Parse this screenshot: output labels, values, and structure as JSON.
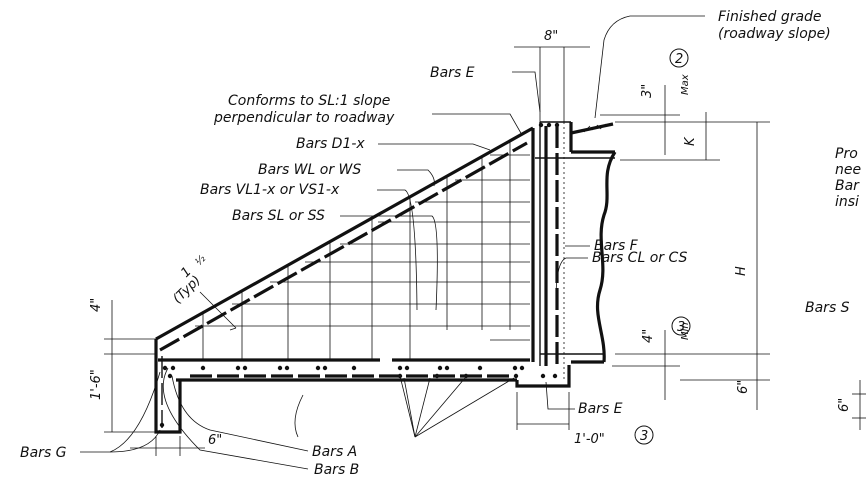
{
  "labels": {
    "finished_grade_1": "Finished grade",
    "finished_grade_2": "(roadway slope)",
    "bars_e_top": "Bars E",
    "conforms_1": "Conforms to SL:1 slope",
    "conforms_2": "perpendicular to roadway",
    "bars_d1x": "Bars D1-x",
    "bars_wl_ws": "Bars WL or WS",
    "bars_vl1x": "Bars VL1-x or VS1-x",
    "bars_sl_ss": "Bars SL or SS",
    "bars_f": "Bars F",
    "bars_cl_cs": "Bars CL or CS",
    "bars_g": "Bars G",
    "bars_a": "Bars A",
    "bars_b": "Bars B",
    "bars_e_bottom": "Bars E",
    "bars_s_partial": "Bars S",
    "note_1": "Pro",
    "note_2": "nee",
    "note_3": "Bar",
    "note_4": "insi"
  },
  "dimensions": {
    "top_width": "8\"",
    "max_label": "Max",
    "max_value": "3\"",
    "k": "K",
    "h": "H",
    "four_in_left": "4\"",
    "one_six": "1'-6\"",
    "six_in_bottom": "6\"",
    "slope_num": "1",
    "slope_frac": "½",
    "slope_typ": "(Typ)",
    "min_label": "Min",
    "min_value": "4\"",
    "one_zero": "1'-0\"",
    "six_in_right": "6\"",
    "six_in_far": "6\""
  },
  "callouts": {
    "note_2": "2",
    "note_3a": "3",
    "note_3b": "3"
  }
}
